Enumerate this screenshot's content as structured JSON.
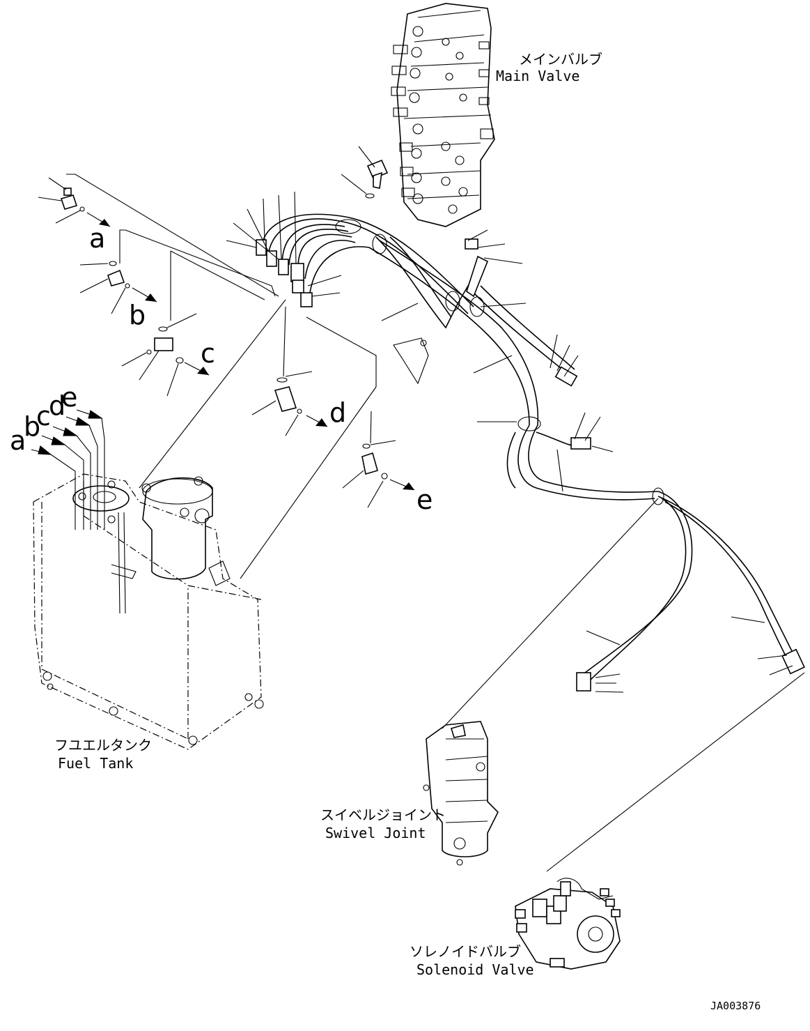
{
  "labels": {
    "main_valve_jp": "メインバルブ",
    "main_valve_en": "Main Valve",
    "fuel_tank_jp": "フユエルタンク",
    "fuel_tank_en": "Fuel Tank",
    "swivel_joint_jp": "スイベルジョイント",
    "swivel_joint_en": "Swivel Joint",
    "solenoid_valve_jp": "ソレノイドバルブ",
    "solenoid_valve_en": "Solenoid Valve",
    "drawing_number": "JA003876"
  },
  "connection_markers": {
    "a": "a",
    "b": "b",
    "c": "c",
    "d": "d",
    "e": "e"
  },
  "tank_markers": [
    "a",
    "b",
    "c",
    "d",
    "e"
  ]
}
